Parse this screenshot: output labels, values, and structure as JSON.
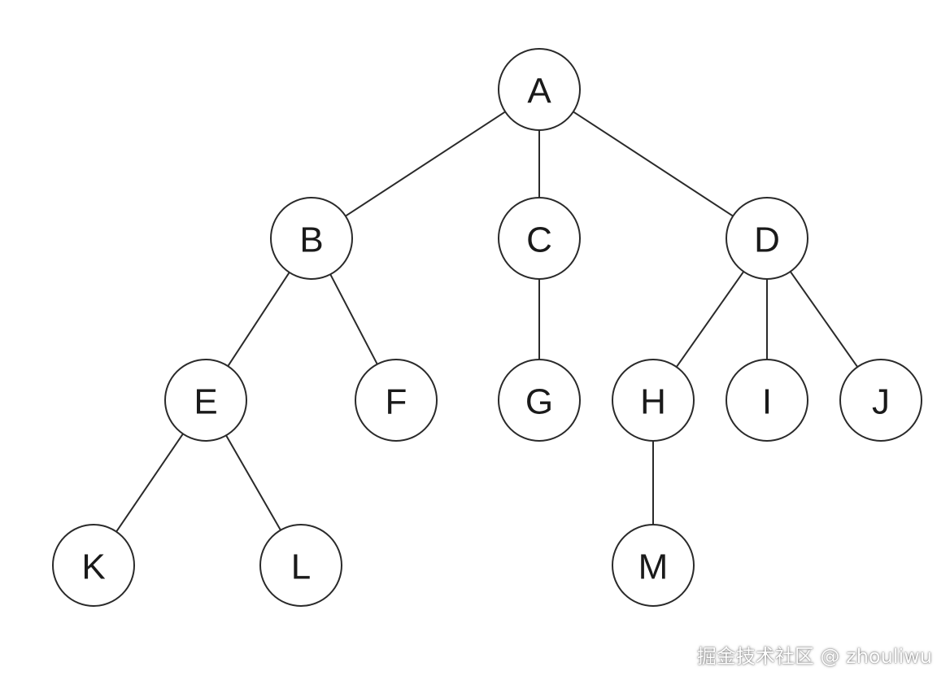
{
  "diagram": {
    "nodes": [
      {
        "id": "A",
        "label": "A"
      },
      {
        "id": "B",
        "label": "B"
      },
      {
        "id": "C",
        "label": "C"
      },
      {
        "id": "D",
        "label": "D"
      },
      {
        "id": "E",
        "label": "E"
      },
      {
        "id": "F",
        "label": "F"
      },
      {
        "id": "G",
        "label": "G"
      },
      {
        "id": "H",
        "label": "H"
      },
      {
        "id": "I",
        "label": "I"
      },
      {
        "id": "J",
        "label": "J"
      },
      {
        "id": "K",
        "label": "K"
      },
      {
        "id": "L",
        "label": "L"
      },
      {
        "id": "M",
        "label": "M"
      }
    ],
    "edges": [
      {
        "from": "A",
        "to": "B"
      },
      {
        "from": "A",
        "to": "C"
      },
      {
        "from": "A",
        "to": "D"
      },
      {
        "from": "B",
        "to": "E"
      },
      {
        "from": "B",
        "to": "F"
      },
      {
        "from": "C",
        "to": "G"
      },
      {
        "from": "D",
        "to": "H"
      },
      {
        "from": "D",
        "to": "I"
      },
      {
        "from": "D",
        "to": "J"
      },
      {
        "from": "E",
        "to": "K"
      },
      {
        "from": "E",
        "to": "L"
      },
      {
        "from": "H",
        "to": "M"
      }
    ]
  },
  "watermark": {
    "text": "掘金技术社区 @ zhouliwu"
  },
  "colors": {
    "stroke": "#2a2a2a",
    "fill": "#ffffff",
    "text": "#1a1a1a"
  }
}
